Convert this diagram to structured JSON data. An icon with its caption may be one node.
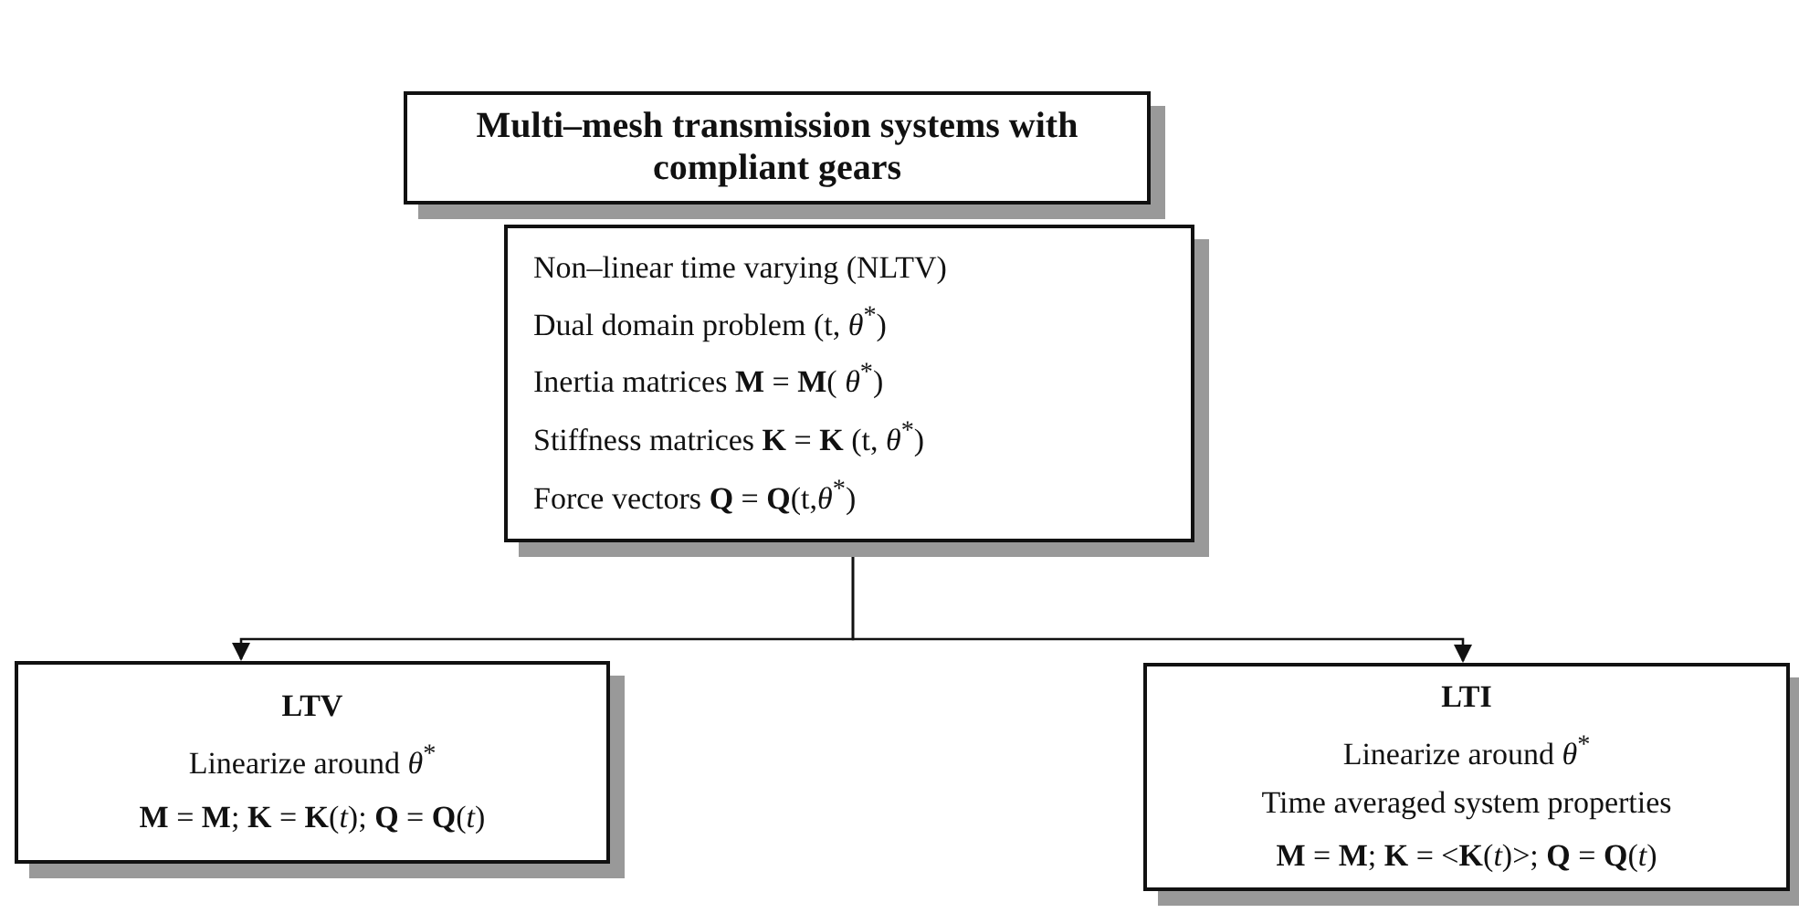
{
  "diagram": {
    "nodes": [
      {
        "text": [
          "Multi–mesh transmission systems with compliant gears"
        ]
      },
      {
        "text": [
          "Non–linear time varying (NLTV)",
          "Dual domain problem (t, *θ*$^{*}$)",
          "Inertia matrices **M** = **M**( *θ*$^{*}$)",
          "Stiffness matrices **K** = **K** (t, *θ*$^{*}$)",
          "Force vectors **Q** = **Q**(t,*θ*$^{*}$)"
        ]
      },
      {
        "text": [
          "LTV",
          "Linearize around *θ*$^{*}$",
          "**M** = **M**; **K** = **K**(*t*); **Q** = **Q**(*t*)"
        ]
      },
      {
        "text": [
          "LTI",
          "Linearize around *θ*$^{*}$",
          "Time averaged system properties",
          "**M** = **M**; **K** = <**K**(*t*)>; **Q** = **Q**(*t*)"
        ]
      }
    ],
    "edges": [
      {
        "from": 1,
        "to": 2,
        "arrow": "to"
      },
      {
        "from": 1,
        "to": 3,
        "arrow": "to"
      }
    ]
  }
}
